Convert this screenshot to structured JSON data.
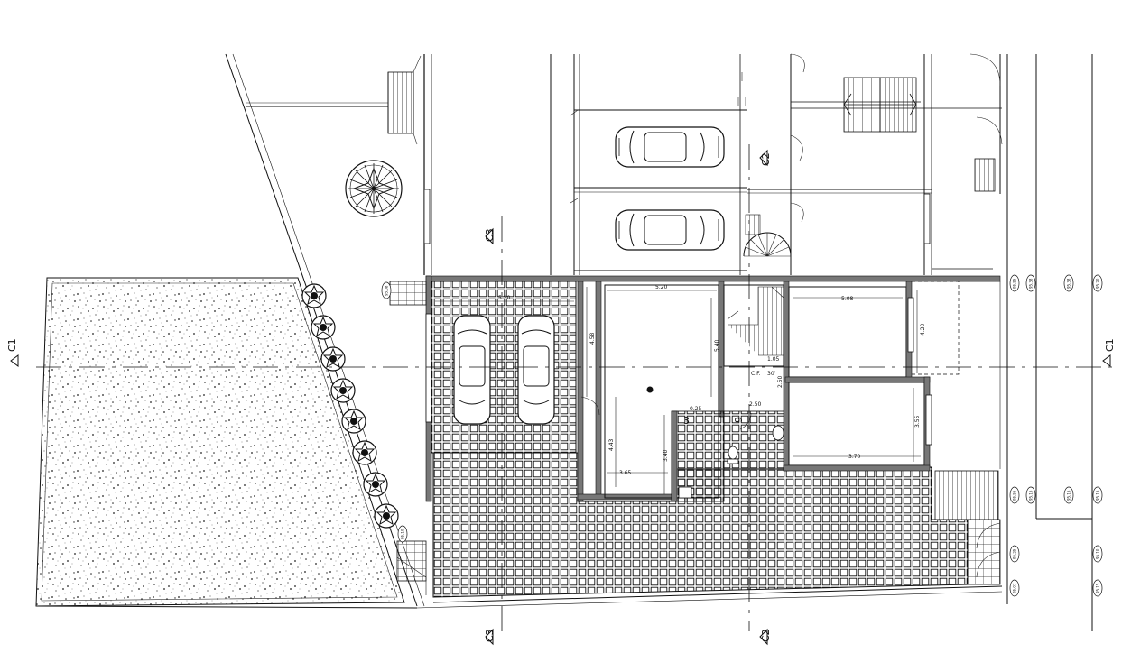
{
  "section_markers": {
    "c1_left": "C1",
    "c1_right": "C1",
    "c2_top": "C2",
    "c2_bottom": "C2",
    "c3_top": "C3",
    "c3_bottom": "C3"
  },
  "dimensions": {
    "garage_width": "5.20",
    "garage_height": "4.58",
    "main_width": "5.20",
    "main_height": "4.43",
    "main_bottom": "3.65",
    "main_side": "3.40",
    "stair_height": "5.40",
    "room_right_top": "5.08",
    "room_right_height": "4.20",
    "room_lower_width": "3.70",
    "room_lower_height": "3.55",
    "small_a": "1.05",
    "small_b": "0.25",
    "small_c": "2.50",
    "small_d": "2.50"
  },
  "labels": {
    "cf": "C.F.",
    "cf_value": "30'",
    "room_3": "3",
    "room_9": "9"
  },
  "level_tags": [
    "95.55",
    "95.38",
    "95.38",
    "95.20",
    "95.55",
    "95.15",
    "95.15",
    "95.15",
    "95.25",
    "95.10",
    "95.07",
    "95.15",
    "95.08",
    "95.10"
  ],
  "colors": {
    "line": "#111111",
    "wall": "#5a5a5a",
    "background": "#ffffff"
  }
}
